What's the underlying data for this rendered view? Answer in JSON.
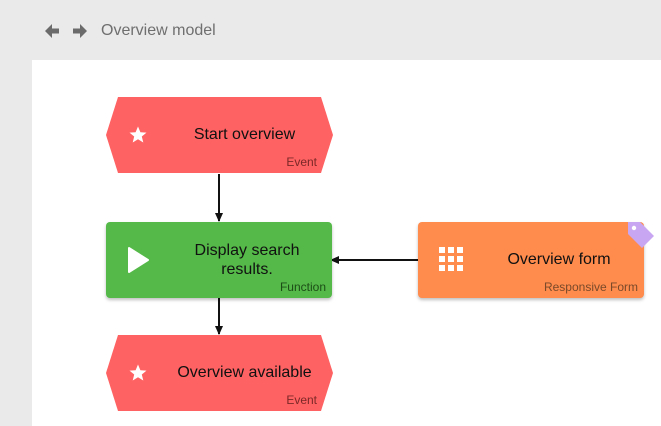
{
  "header": {
    "back_icon": "arrow-left-icon",
    "forward_icon": "arrow-right-icon",
    "title": "Overview model"
  },
  "colors": {
    "event": "#ff6262",
    "function": "#54b948",
    "form": "#ff8b4c",
    "tag": "#c9a6f2"
  },
  "nodes": {
    "start_event": {
      "label": "Start overview",
      "type": "Event",
      "icon": "star-icon"
    },
    "function": {
      "label": "Display search results.",
      "type": "Function",
      "icon": "play-icon"
    },
    "form": {
      "label": "Overview form",
      "type": "Responsive Form",
      "icon": "grid-icon",
      "badge_icon": "tag-icon"
    },
    "end_event": {
      "label": "Overview available",
      "type": "Event",
      "icon": "star-icon"
    }
  }
}
